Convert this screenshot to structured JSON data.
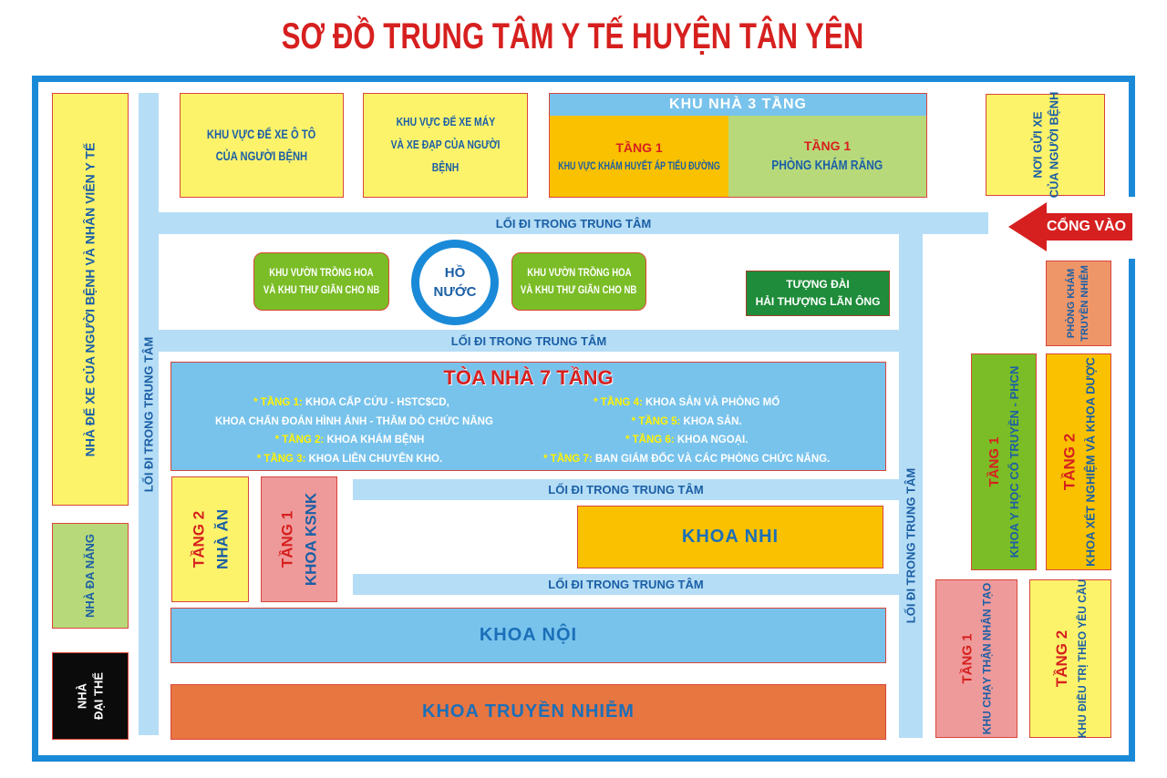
{
  "title": "SƠ ĐỒ TRUNG TÂM Y TẾ HUYỆN TÂN YÊN",
  "entrance": {
    "label": "CỔNG VÀO",
    "icon": "arrow-left-icon",
    "color": "#d6201f"
  },
  "colors": {
    "border": "#1a8ad8",
    "path": "#b5ddf5",
    "title": "#d6201f",
    "text_blue": "#1b5fa6",
    "yellow": "#fdf36b",
    "orange": "#f9c100",
    "light_green": "#b8d97a",
    "green": "#7bbd26",
    "dark_green": "#1e8c3a",
    "sky_blue": "#78c3ec",
    "pink": "#ef9a9a",
    "salmon": "#ef9668",
    "burnt_orange": "#e87640",
    "black": "#0b0b0b"
  },
  "paths": {
    "label": "LỐI ĐI TRONG TRUNG TÂM",
    "top": "LỐI ĐI TRONG TRUNG TÂM",
    "middle": "LỐI ĐI TRONG TRUNG TÂM",
    "inner_top": "LỐI ĐI TRONG TRUNG TÂM",
    "inner_bottom": "LỐI ĐI TRONG TRUNG TÂM",
    "left_vertical": "LỐI ĐI TRONG TRUNG TÂM",
    "right_vertical": "LỐI ĐI TRONG TRUNG TÂM"
  },
  "left_column": {
    "staff_parking": "NHÀ ĐỂ XE CỦA NGƯỜI BỆNH VÀ NHÂN VIÊN Y TẾ",
    "multipurpose": "NHÀ ĐA NĂNG",
    "morgue_line1": "NHÀ",
    "morgue_line2": "ĐẠI THỂ"
  },
  "top_row": {
    "car_parking": {
      "line1": "KHU VỰC ĐỂ XE Ô TÔ",
      "line2": "CỦA NGƯỜI BỆNH"
    },
    "moto_parking": {
      "line1": "KHU VỰC ĐỂ XE MÁY",
      "line2": "VÀ XE ĐẠP CỦA NGƯỜI BỆNH"
    },
    "three_floor": {
      "header": "KHU NHÀ 3 TẦNG",
      "left": {
        "floor": "TẦNG 1",
        "name": "KHU VỰC KHÁM HUYẾT ÁP TIỂU ĐƯỜNG"
      },
      "right": {
        "floor": "TẦNG 1",
        "name": "PHÒNG KHÁM RĂNG"
      }
    },
    "patient_parking": {
      "line1": "NƠI GỬI XE",
      "line2": "CỦA NGƯỜI BỆNH"
    }
  },
  "garden_row": {
    "garden_left": {
      "line1": "KHU VƯỜN TRỒNG HOA",
      "line2": "VÀ KHU THƯ GIÃN CHO NB"
    },
    "lake": {
      "line1": "HỒ",
      "line2": "NƯỚC"
    },
    "garden_right": {
      "line1": "KHU VƯỜN TRỒNG HOA",
      "line2": "VÀ KHU THƯ GIÃN CHO NB"
    },
    "statue": {
      "line1": "TƯỢNG ĐÀI",
      "line2": "HẢI THƯỢNG LÃN ÔNG"
    }
  },
  "seven_floor": {
    "title": "TÒA NHÀ 7 TẦNG",
    "floors_left": [
      {
        "label": "* TẦNG 1:",
        "text": "KHOA CẤP CỨU - HSTC$CD,"
      },
      {
        "label": "",
        "text": "KHOA CHẨN ĐOÁN HÌNH ẢNH - THĂM DÒ CHỨC NĂNG"
      },
      {
        "label": "* TẦNG 2:",
        "text": "KHOA KHÁM BỆNH"
      },
      {
        "label": "* TẦNG 3:",
        "text": "KHOA LIÊN CHUYÊN KHO."
      }
    ],
    "floors_right": [
      {
        "label": "* TẦNG 4:",
        "text": "KHOA SẢN VÀ PHÒNG MỔ"
      },
      {
        "label": "* TẦNG 5:",
        "text": "KHOA SẢN."
      },
      {
        "label": "* TẦNG 6:",
        "text": "KHOA NGOẠI."
      },
      {
        "label": "* TẦNG 7:",
        "text": "BAN GIÁM ĐỐC VÀ CÁC PHÒNG CHỨC NĂNG."
      }
    ]
  },
  "middle_block": {
    "canteen": {
      "floor": "TẦNG 2",
      "name": "NHÀ ĂN"
    },
    "ksnk": {
      "floor": "TẦNG 1",
      "name": "KHOA KSNK"
    },
    "pediatrics": "KHOA NHI"
  },
  "bottom_block": {
    "internal_medicine": "KHOA NỘI",
    "infectious_diseases": "KHOA TRUYỀN NHIỄM"
  },
  "right_column": {
    "infectious_clinic": {
      "line1": "PHÒNG KHÁM",
      "line2": "TRUYỀN NHIỄM"
    },
    "traditional_medicine": {
      "floor": "TẦNG 1",
      "name": "KHOA Y HỌC CỔ TRUYỀN - PHCN"
    },
    "lab_pharmacy": {
      "floor": "TẦNG 2",
      "name": "KHOA XÉT NGHIỆM VÀ KHOA DƯỢC"
    },
    "dialysis": {
      "floor": "TẦNG 1",
      "name": "KHU CHẠY THẬN NHÂN TẠO"
    },
    "on_demand": {
      "floor": "TẦNG 2",
      "name": "KHU ĐIỀU TRỊ THEO YÊU CẦU"
    }
  }
}
